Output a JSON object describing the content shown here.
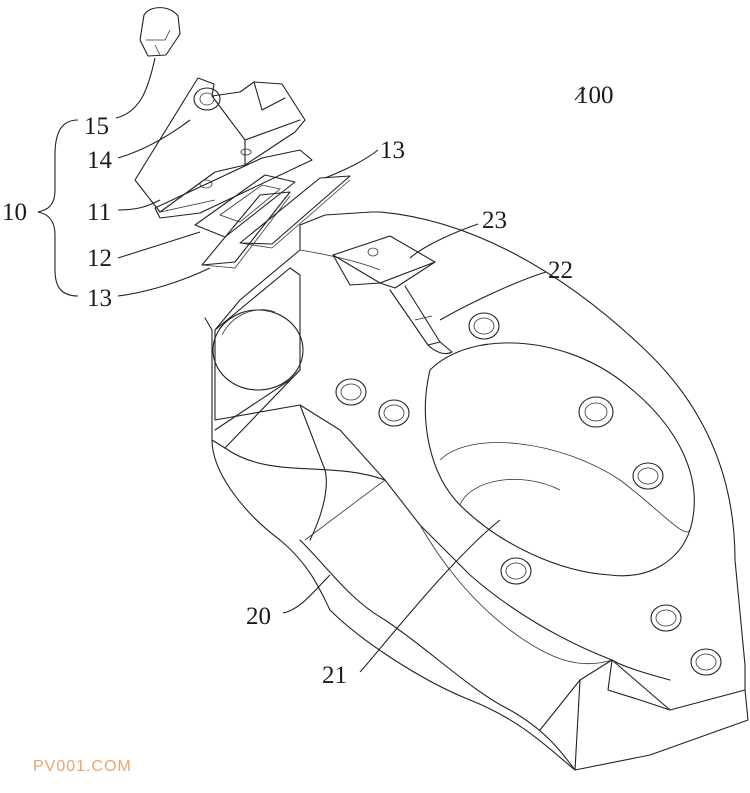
{
  "labels": {
    "l100": "100",
    "l15": "15",
    "l14": "14",
    "l10": "10",
    "l11": "11",
    "l12": "12",
    "l13a": "13",
    "l13b": "13",
    "l23": "23",
    "l22": "22",
    "l20": "20",
    "l21": "21"
  },
  "watermark": "PV001.COM",
  "colors": {
    "line": "#222222",
    "watermark": "#e8a66d"
  }
}
